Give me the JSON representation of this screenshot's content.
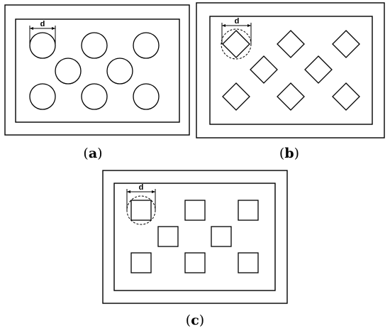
{
  "panels": [
    {
      "id": "a",
      "caption_letter": "a",
      "dimension_label": "d",
      "hole_shape": "circle",
      "hole_count": 8
    },
    {
      "id": "b",
      "caption_letter": "b",
      "dimension_label": "d",
      "hole_shape": "diamond",
      "hole_count": 8
    },
    {
      "id": "c",
      "caption_letter": "c",
      "dimension_label": "d",
      "hole_shape": "square",
      "hole_count": 8
    }
  ],
  "caption_open": "(",
  "caption_close": ")"
}
